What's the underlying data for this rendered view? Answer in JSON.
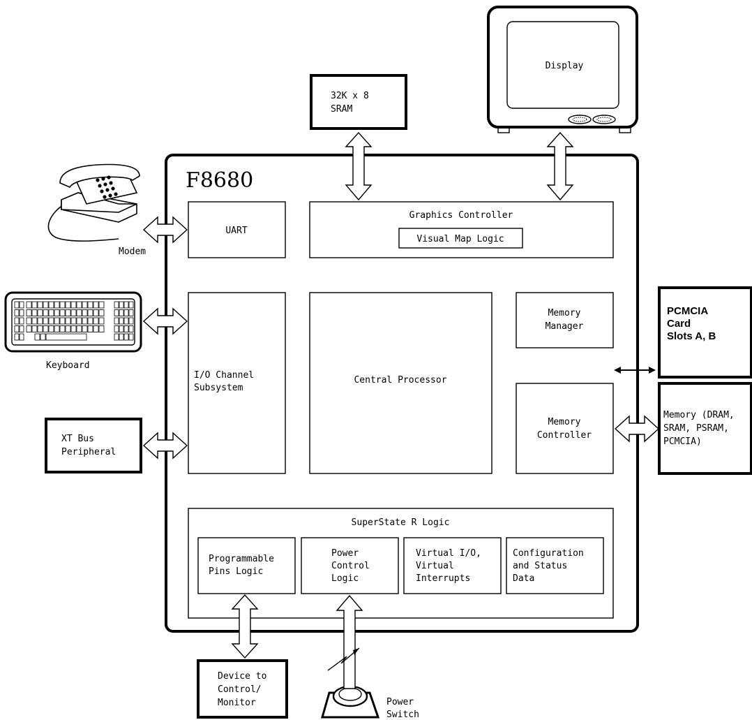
{
  "chip_name": "F8680",
  "blocks": {
    "uart": "UART",
    "graphics_controller": "Graphics Controller",
    "visual_map_logic": "Visual Map Logic",
    "io_channel": [
      "I/O Channel",
      "Subsystem"
    ],
    "central_processor": "Central Processor",
    "memory_manager": [
      "Memory",
      "Manager"
    ],
    "memory_controller": [
      "Memory",
      "Controller"
    ],
    "superstate": "SuperState R Logic",
    "programmable_pins": [
      "Programmable",
      "Pins Logic"
    ],
    "power_control": [
      "Power",
      "Control",
      "Logic"
    ],
    "virtual_io": [
      "Virtual I/O,",
      "Virtual",
      "Interrupts"
    ],
    "config_status": [
      "Configuration",
      "and Status",
      "Data"
    ]
  },
  "external": {
    "sram": [
      "32K x 8",
      "SRAM"
    ],
    "display": "Display",
    "modem": "Modem",
    "keyboard": "Keyboard",
    "xt_bus": [
      "XT Bus",
      "Peripheral"
    ],
    "pcmcia": [
      "PCMCIA",
      "Card",
      "Slots A, B"
    ],
    "memory": [
      "Memory (DRAM,",
      "SRAM, PSRAM,",
      "PCMCIA)"
    ],
    "device": [
      "Device to",
      "Control/",
      "Monitor"
    ],
    "power_switch": [
      "Power",
      "Switch"
    ]
  }
}
